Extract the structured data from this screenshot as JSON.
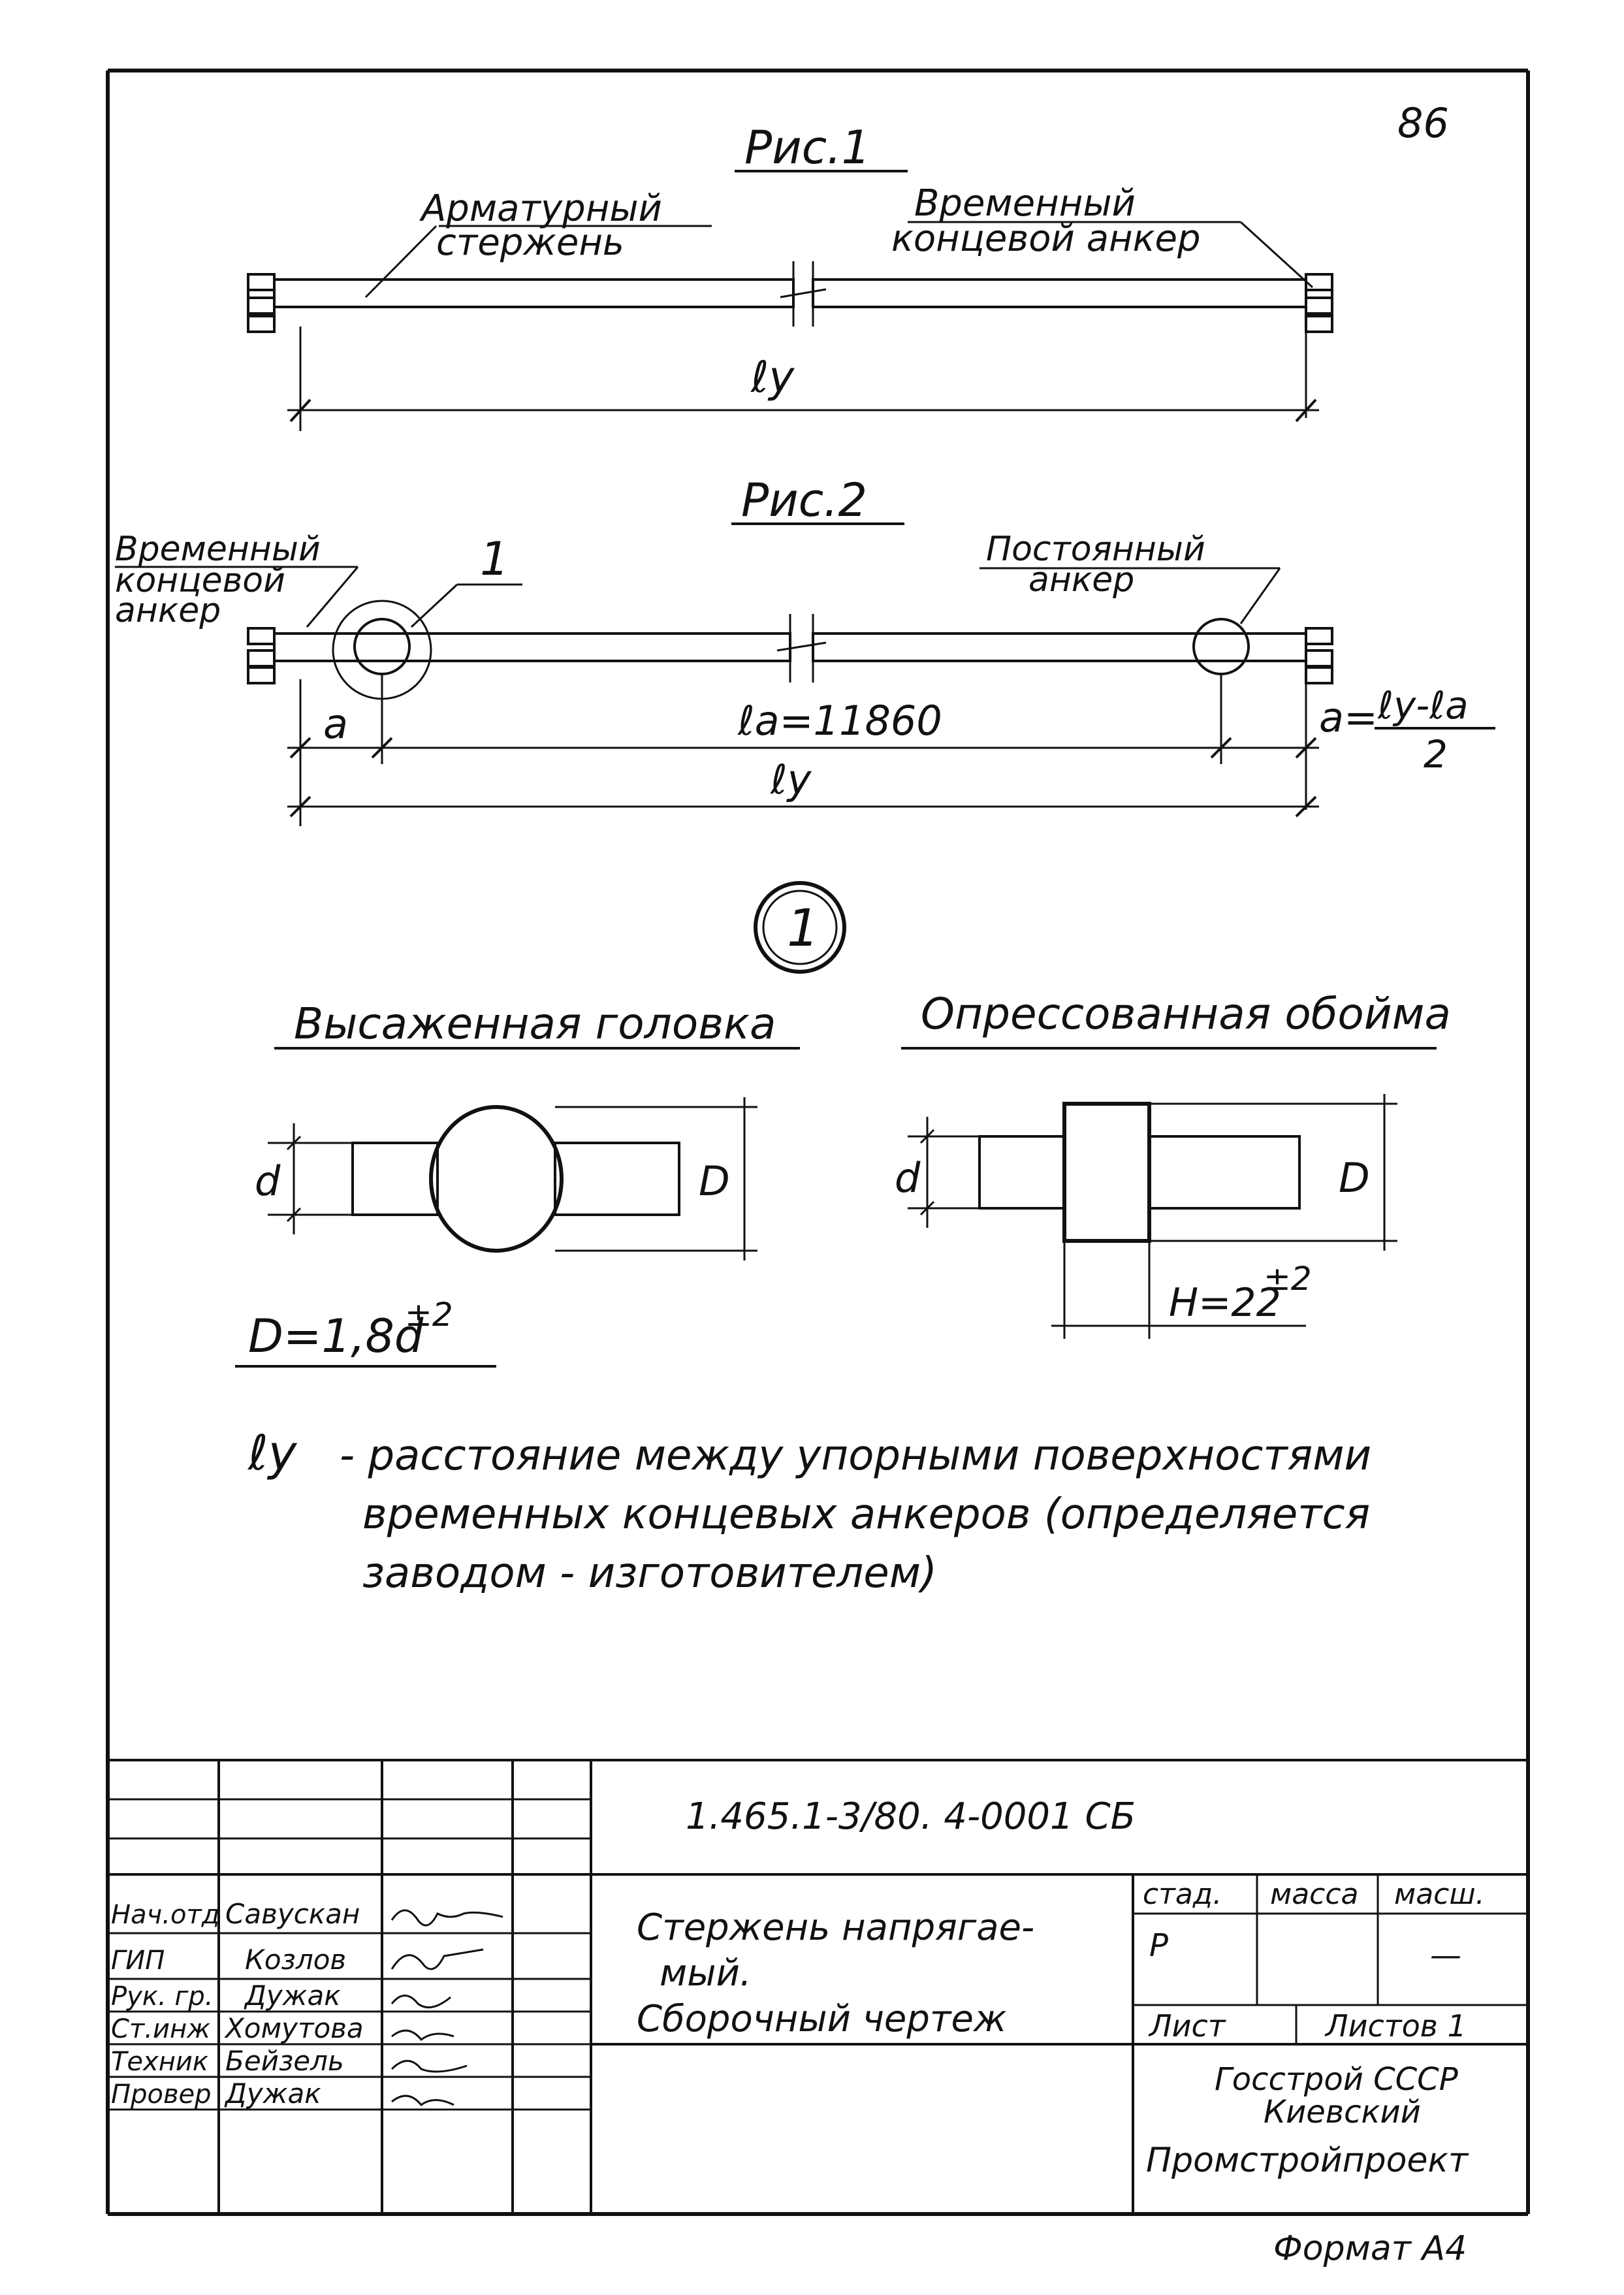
{
  "page_number": "86",
  "fig1": {
    "title": "Рис.1",
    "label_rod_1": "Арматурный",
    "label_rod_2": "стержень",
    "label_anchor_1": "Временный",
    "label_anchor_2": "концевой анкер",
    "dim_ly": "ℓу"
  },
  "fig2": {
    "title": "Рис.2",
    "label_temp_1": "Временный",
    "label_temp_2": "концевой",
    "label_temp_3": "анкер",
    "callout_1": "1",
    "label_perm_1": "Постоянный",
    "label_perm_2": "анкер",
    "dim_a": "а",
    "dim_la": "ℓа=11860",
    "dim_a_eq": "а=",
    "dim_a_num": "ℓу-ℓа",
    "dim_a_den": "2",
    "dim_ly": "ℓу"
  },
  "detail": {
    "marker": "1",
    "upset_title": "Высаженная головка",
    "pressed_title": "Опрессованная обойма",
    "d_label": "d",
    "D_label": "D",
    "d_label_2": "d",
    "D_label_2": "D",
    "D_formula": "D=1,8d",
    "D_tolerance": "±2",
    "H_formula": "H=22",
    "H_tolerance": "±2"
  },
  "note": {
    "symbol": "ℓу",
    "line1": "- расстояние между упорными поверхностями",
    "line2": "временных концевых анкеров (определяется",
    "line3": "заводом - изготовителем)"
  },
  "title_block": {
    "doc_code": "1.465.1-3/80. 4-0001 СБ",
    "title_line1": "Стержень напрягае-",
    "title_line2": "мый.",
    "title_line3": "Сборочный чертеж",
    "col_stage": "стад.",
    "col_mass": "масса",
    "col_scale": "масш.",
    "stage_value": "Р",
    "scale_value": "—",
    "sheet": "Лист",
    "sheets": "Листов 1",
    "org_1": "Госстрой СССР",
    "org_2": "Киевский",
    "org_3": "Промстройпроект",
    "roles": [
      "Нач.отд",
      "ГИП",
      "Рук. гр.",
      "Ст.инж",
      "Техник",
      "Провер"
    ],
    "names": [
      "Савускан",
      "Козлов",
      "Дужак",
      "Хомутова",
      "Бейзель",
      "Дужак"
    ],
    "footer": "Формат А4"
  }
}
